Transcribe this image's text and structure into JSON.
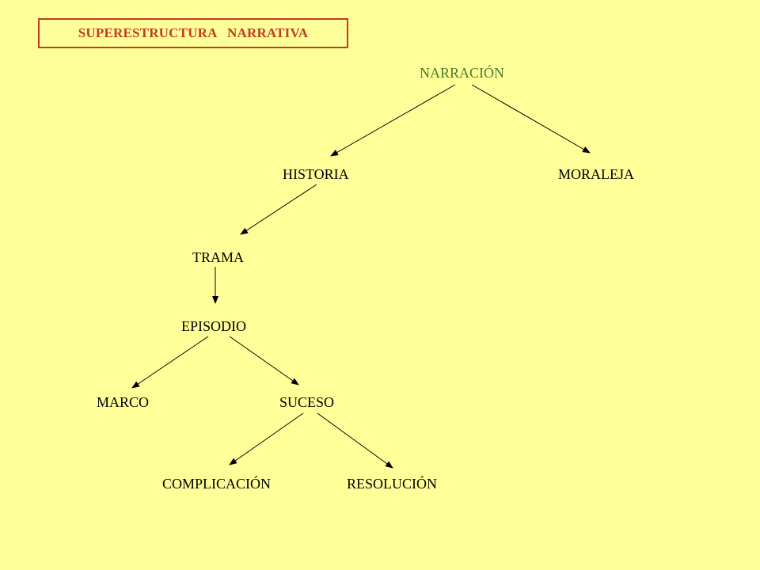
{
  "title": "SUPERESTRUCTURA   NARRATIVA",
  "colors": {
    "background": "#ffff99",
    "title": "#c23b22",
    "root_text": "#4a7a2a",
    "text": "#000000"
  },
  "nodes": {
    "narracion": "NARRACIÓN",
    "historia": "HISTORIA",
    "moraleja": "MORALEJA",
    "trama": "TRAMA",
    "episodio": "EPISODIO",
    "marco": "MARCO",
    "suceso": "SUCESO",
    "complicacion": "COMPLICACIÓN",
    "resolucion": "RESOLUCIÓN"
  },
  "edges": [
    [
      "narracion",
      "historia"
    ],
    [
      "narracion",
      "moraleja"
    ],
    [
      "historia",
      "trama"
    ],
    [
      "trama",
      "episodio"
    ],
    [
      "episodio",
      "marco"
    ],
    [
      "episodio",
      "suceso"
    ],
    [
      "suceso",
      "complicacion"
    ],
    [
      "suceso",
      "resolucion"
    ]
  ]
}
